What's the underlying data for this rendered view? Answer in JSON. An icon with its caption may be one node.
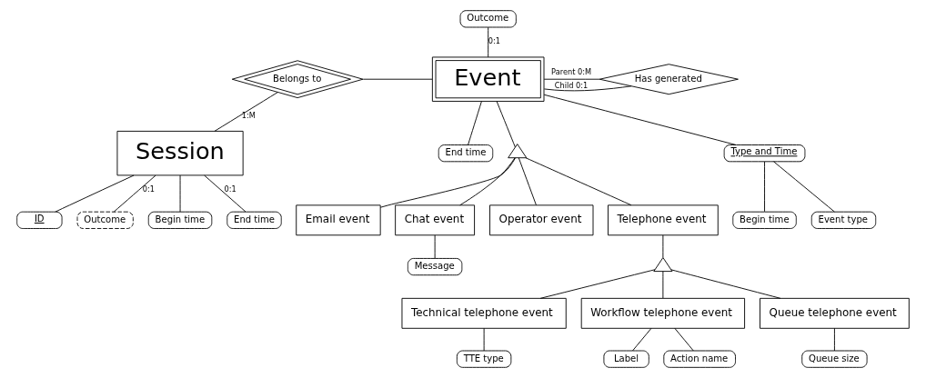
{
  "diagram": {
    "nodes": [
      {
        "text": [
          "Event"
        ]
      },
      {
        "text": [
          "Outcome"
        ]
      },
      {
        "text": [
          "Belongs to"
        ]
      },
      {
        "text": [
          "Has generated"
        ]
      },
      {
        "text": [
          "Type and Time"
        ]
      },
      {
        "text": [
          "Begin time"
        ]
      },
      {
        "text": [
          "Event type"
        ]
      },
      {
        "text": [
          "End time"
        ]
      },
      {
        "text": [],
        "shape": "triangle"
      },
      {
        "text": [
          "Email event"
        ]
      },
      {
        "text": [
          "Chat event"
        ]
      },
      {
        "text": [
          "Operator event"
        ]
      },
      {
        "text": [
          "Telephone event"
        ]
      },
      {
        "text": [
          "Message"
        ]
      },
      {
        "text": [],
        "shape": "triangle"
      },
      {
        "text": [
          "Technical telephone event"
        ]
      },
      {
        "text": [
          "Workflow telephone event"
        ]
      },
      {
        "text": [
          "Queue telephone event"
        ]
      },
      {
        "text": [
          "TTE type"
        ]
      },
      {
        "text": [
          "Label"
        ]
      },
      {
        "text": [
          "Action name"
        ]
      },
      {
        "text": [
          "Queue size"
        ]
      },
      {
        "text": [
          "ID"
        ]
      },
      {
        "text": [
          "Session"
        ]
      },
      {
        "text": [
          "Outcome"
        ]
      },
      {
        "text": [
          "Begin time"
        ]
      },
      {
        "text": [
          "End time"
        ]
      }
    ],
    "edges": [
      {
        "from": 1,
        "to": 0,
        "arrow": "none",
        "label": "0:1"
      },
      {
        "from": 2,
        "to": 0,
        "arrow": "none"
      },
      {
        "from": 0,
        "to": 3,
        "arrow": "none",
        "label": "Child 0:1"
      },
      {
        "from": 0,
        "to": 3,
        "arrow": "none",
        "label": "Parent 0:M"
      },
      {
        "from": 0,
        "to": 4,
        "arrow": "none"
      },
      {
        "from": 4,
        "to": 5,
        "arrow": "none"
      },
      {
        "from": 4,
        "to": 6,
        "arrow": "none"
      },
      {
        "from": 0,
        "to": 7,
        "arrow": "none"
      },
      {
        "from": 0,
        "to": 8,
        "arrow": "none"
      },
      {
        "from": 8,
        "to": 9,
        "arrow": "none"
      },
      {
        "from": 8,
        "to": 10,
        "arrow": "none"
      },
      {
        "from": 8,
        "to": 11,
        "arrow": "none"
      },
      {
        "from": 8,
        "to": 12,
        "arrow": "none"
      },
      {
        "from": 10,
        "to": 13,
        "arrow": "none"
      },
      {
        "from": 12,
        "to": 14,
        "arrow": "none"
      },
      {
        "from": 14,
        "to": 15,
        "arrow": "none"
      },
      {
        "from": 14,
        "to": 16,
        "arrow": "none"
      },
      {
        "from": 14,
        "to": 17,
        "arrow": "none"
      },
      {
        "from": 15,
        "to": 18,
        "arrow": "none"
      },
      {
        "from": 16,
        "to": 19,
        "arrow": "none"
      },
      {
        "from": 16,
        "to": 20,
        "arrow": "none"
      },
      {
        "from": 17,
        "to": 21,
        "arrow": "none"
      },
      {
        "from": 2,
        "to": 23,
        "arrow": "none",
        "label": "1:M"
      },
      {
        "from": 23,
        "to": 22,
        "arrow": "none"
      },
      {
        "from": 23,
        "to": 24,
        "arrow": "none",
        "label": "0:1"
      },
      {
        "from": 23,
        "to": 25,
        "arrow": "none"
      },
      {
        "from": 23,
        "to": 26,
        "arrow": "none",
        "label": "0:1"
      }
    ]
  }
}
